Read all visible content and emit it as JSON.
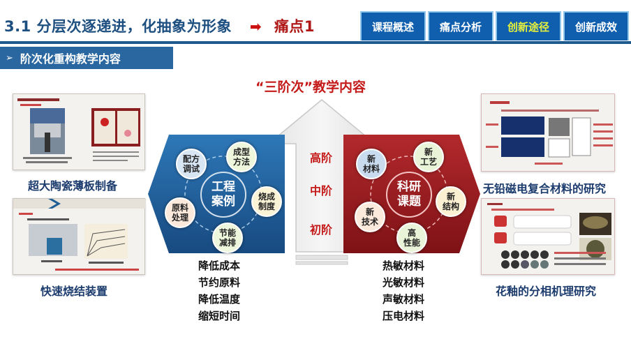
{
  "header": {
    "title": "3.1 分层次逐递进，化抽象为形象",
    "arrow_icon": "right-arrow",
    "pain_point": "痛点1"
  },
  "tabs": [
    {
      "label": "课程概述",
      "active": false
    },
    {
      "label": "痛点分析",
      "active": false
    },
    {
      "label": "创新途径",
      "active": true
    },
    {
      "label": "创新成效",
      "active": false
    }
  ],
  "subheading": {
    "chevron": "➢",
    "label": "阶次化重构教学内容"
  },
  "center": {
    "title": "“三阶次”教学内容",
    "levels": [
      "高阶",
      "中阶",
      "初阶"
    ]
  },
  "left_panel": {
    "hub": [
      "工程",
      "案例"
    ],
    "nodes": [
      {
        "label": [
          "配方",
          "调试"
        ],
        "color": "#d8e6f4"
      },
      {
        "label": [
          "成型",
          "方法"
        ],
        "color": "#eef6dc"
      },
      {
        "label": [
          "烧成",
          "制度"
        ],
        "color": "#fbf3d6"
      },
      {
        "label": [
          "节能",
          "减排"
        ],
        "color": "#eef6dc"
      },
      {
        "label": [
          "原料",
          "处理"
        ],
        "color": "#fbe9dc"
      }
    ],
    "list": [
      "降低成本",
      "节约原料",
      "降低温度",
      "缩短时间"
    ]
  },
  "right_panel": {
    "hub": [
      "科研",
      "课题"
    ],
    "nodes": [
      {
        "label": [
          "新",
          "材料"
        ],
        "color": "#c9dcef"
      },
      {
        "label": [
          "新",
          "工艺"
        ],
        "color": "#e9f3d8"
      },
      {
        "label": [
          "新",
          "结构"
        ],
        "color": "#fbf1d2"
      },
      {
        "label": [
          "高",
          "性能"
        ],
        "color": "#e9f3d8"
      },
      {
        "label": [
          "新",
          "技术"
        ],
        "color": "#fbe9dc"
      }
    ],
    "list": [
      "热敏材料",
      "光敏材料",
      "声敏材料",
      "压电材料"
    ]
  },
  "cases": {
    "top_left": "超大陶瓷薄板制备",
    "bottom_left": "快速烧结装置",
    "top_right": "无铅磁电复合材料的研究",
    "bottom_right": "花釉的分相机理研究"
  },
  "colors": {
    "title_blue": "#1d4f80",
    "tab_blue": "#0f5fae",
    "active_tab_text": "#e9f23a",
    "accent_red": "#c41a1a",
    "panel_blue": "#1f5d96",
    "panel_red": "#9e1c1f"
  }
}
